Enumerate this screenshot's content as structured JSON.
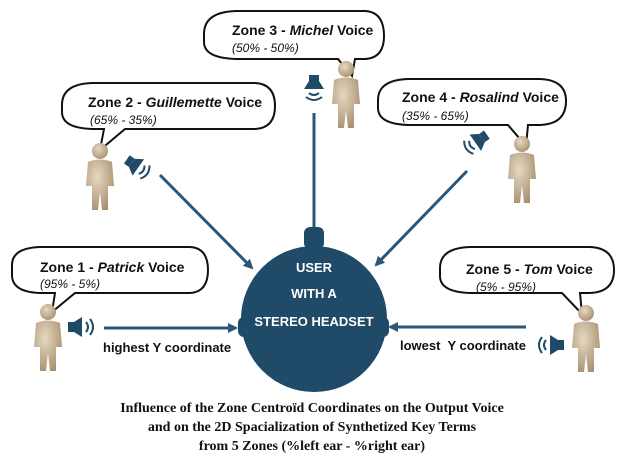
{
  "zones": [
    {
      "id": "zone1",
      "title": "Zone 1 - ",
      "speaker": "Patrick",
      "suffix": " Voice",
      "ratio": "(95% - 5%)"
    },
    {
      "id": "zone2",
      "title": "Zone 2 - ",
      "speaker": "Guillemette",
      "suffix": " Voice",
      "ratio": "(65% - 35%)"
    },
    {
      "id": "zone3",
      "title": "Zone 3 - ",
      "speaker": "Michel",
      "suffix": " Voice",
      "ratio": "(50% - 50%)"
    },
    {
      "id": "zone4",
      "title": "Zone 4 - ",
      "speaker": "Rosalind",
      "suffix": " Voice",
      "ratio": "(35% - 65%)"
    },
    {
      "id": "zone5",
      "title": "Zone 5 - ",
      "speaker": "Tom",
      "suffix": " Voice",
      "ratio": "(5% - 95%)"
    }
  ],
  "user": {
    "line1": "USER",
    "line2": "WITH A",
    "line3": "STEREO HEADSET"
  },
  "labels": {
    "highest": "highest Y coordinate",
    "lowest": "lowest  Y coordinate"
  },
  "caption": {
    "line1": "Influence of the Zone Centroïd Coordinates on the Output Voice",
    "line2": "and on the 2D Spacialization of  Synthetized Key Terms",
    "line3": "from 5 Zones (%left ear - %right ear)"
  },
  "colors": {
    "headset": "#1f4a68",
    "arrow": "#2b5678",
    "person": "#c9b59a",
    "speaker": "#1f4a68"
  }
}
